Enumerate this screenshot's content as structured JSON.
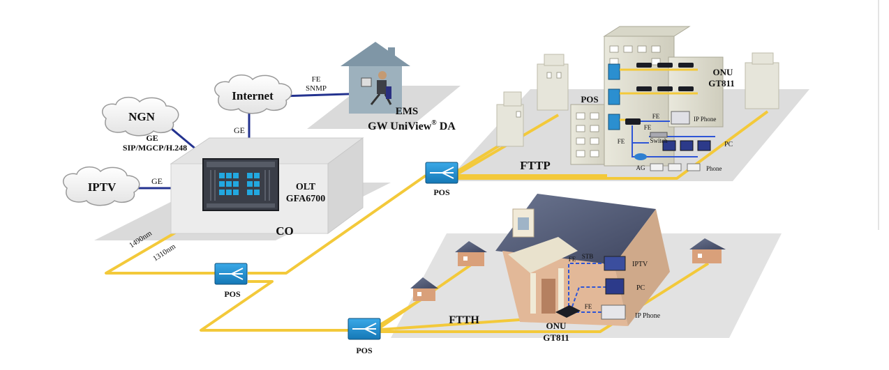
{
  "clouds": {
    "internet": "Internet",
    "ngn": "NGN",
    "iptv": "IPTV"
  },
  "links": {
    "internet_olt": "GE",
    "ngn_olt_line1": "GE",
    "ngn_olt_line2": "SIP/MGCP/H.248",
    "iptv_olt": "GE",
    "ems_line1": "FE",
    "ems_line2": "SNMP",
    "wavelength_down": "1490nm",
    "wavelength_up": "1310nm"
  },
  "ems": {
    "name": "EMS",
    "product": "GW UniView",
    "reg": "®",
    "suffix": " DA"
  },
  "olt": {
    "line1": "OLT",
    "line2": "GFA6700",
    "site": "CO"
  },
  "pos": {
    "fttp": "POS",
    "splitter_mid": "POS",
    "ftth": "POS",
    "building": "POS"
  },
  "fttp": {
    "label": "FTTP",
    "onu_line1": "ONU",
    "onu_line2": "GT811",
    "fe1": "FE",
    "fe2": "FE",
    "fe3": "FE",
    "ip_phone": "IP Phone",
    "switch": "Switch",
    "pc": "PC",
    "ag": "AG",
    "phone": "Phone"
  },
  "ftth": {
    "label": "FTTH",
    "onu_line1": "ONU",
    "onu_line2": "GT811",
    "fe_top": "FE",
    "stb": "STB",
    "iptv": "IPTV",
    "pc": "PC",
    "fe_bottom": "FE",
    "ip_phone": "IP Phone"
  },
  "colors": {
    "fiber": "#f3c93a",
    "copper": "#23328f",
    "ground": "#dcdcdc",
    "pos_box": "#1f8fd0"
  }
}
